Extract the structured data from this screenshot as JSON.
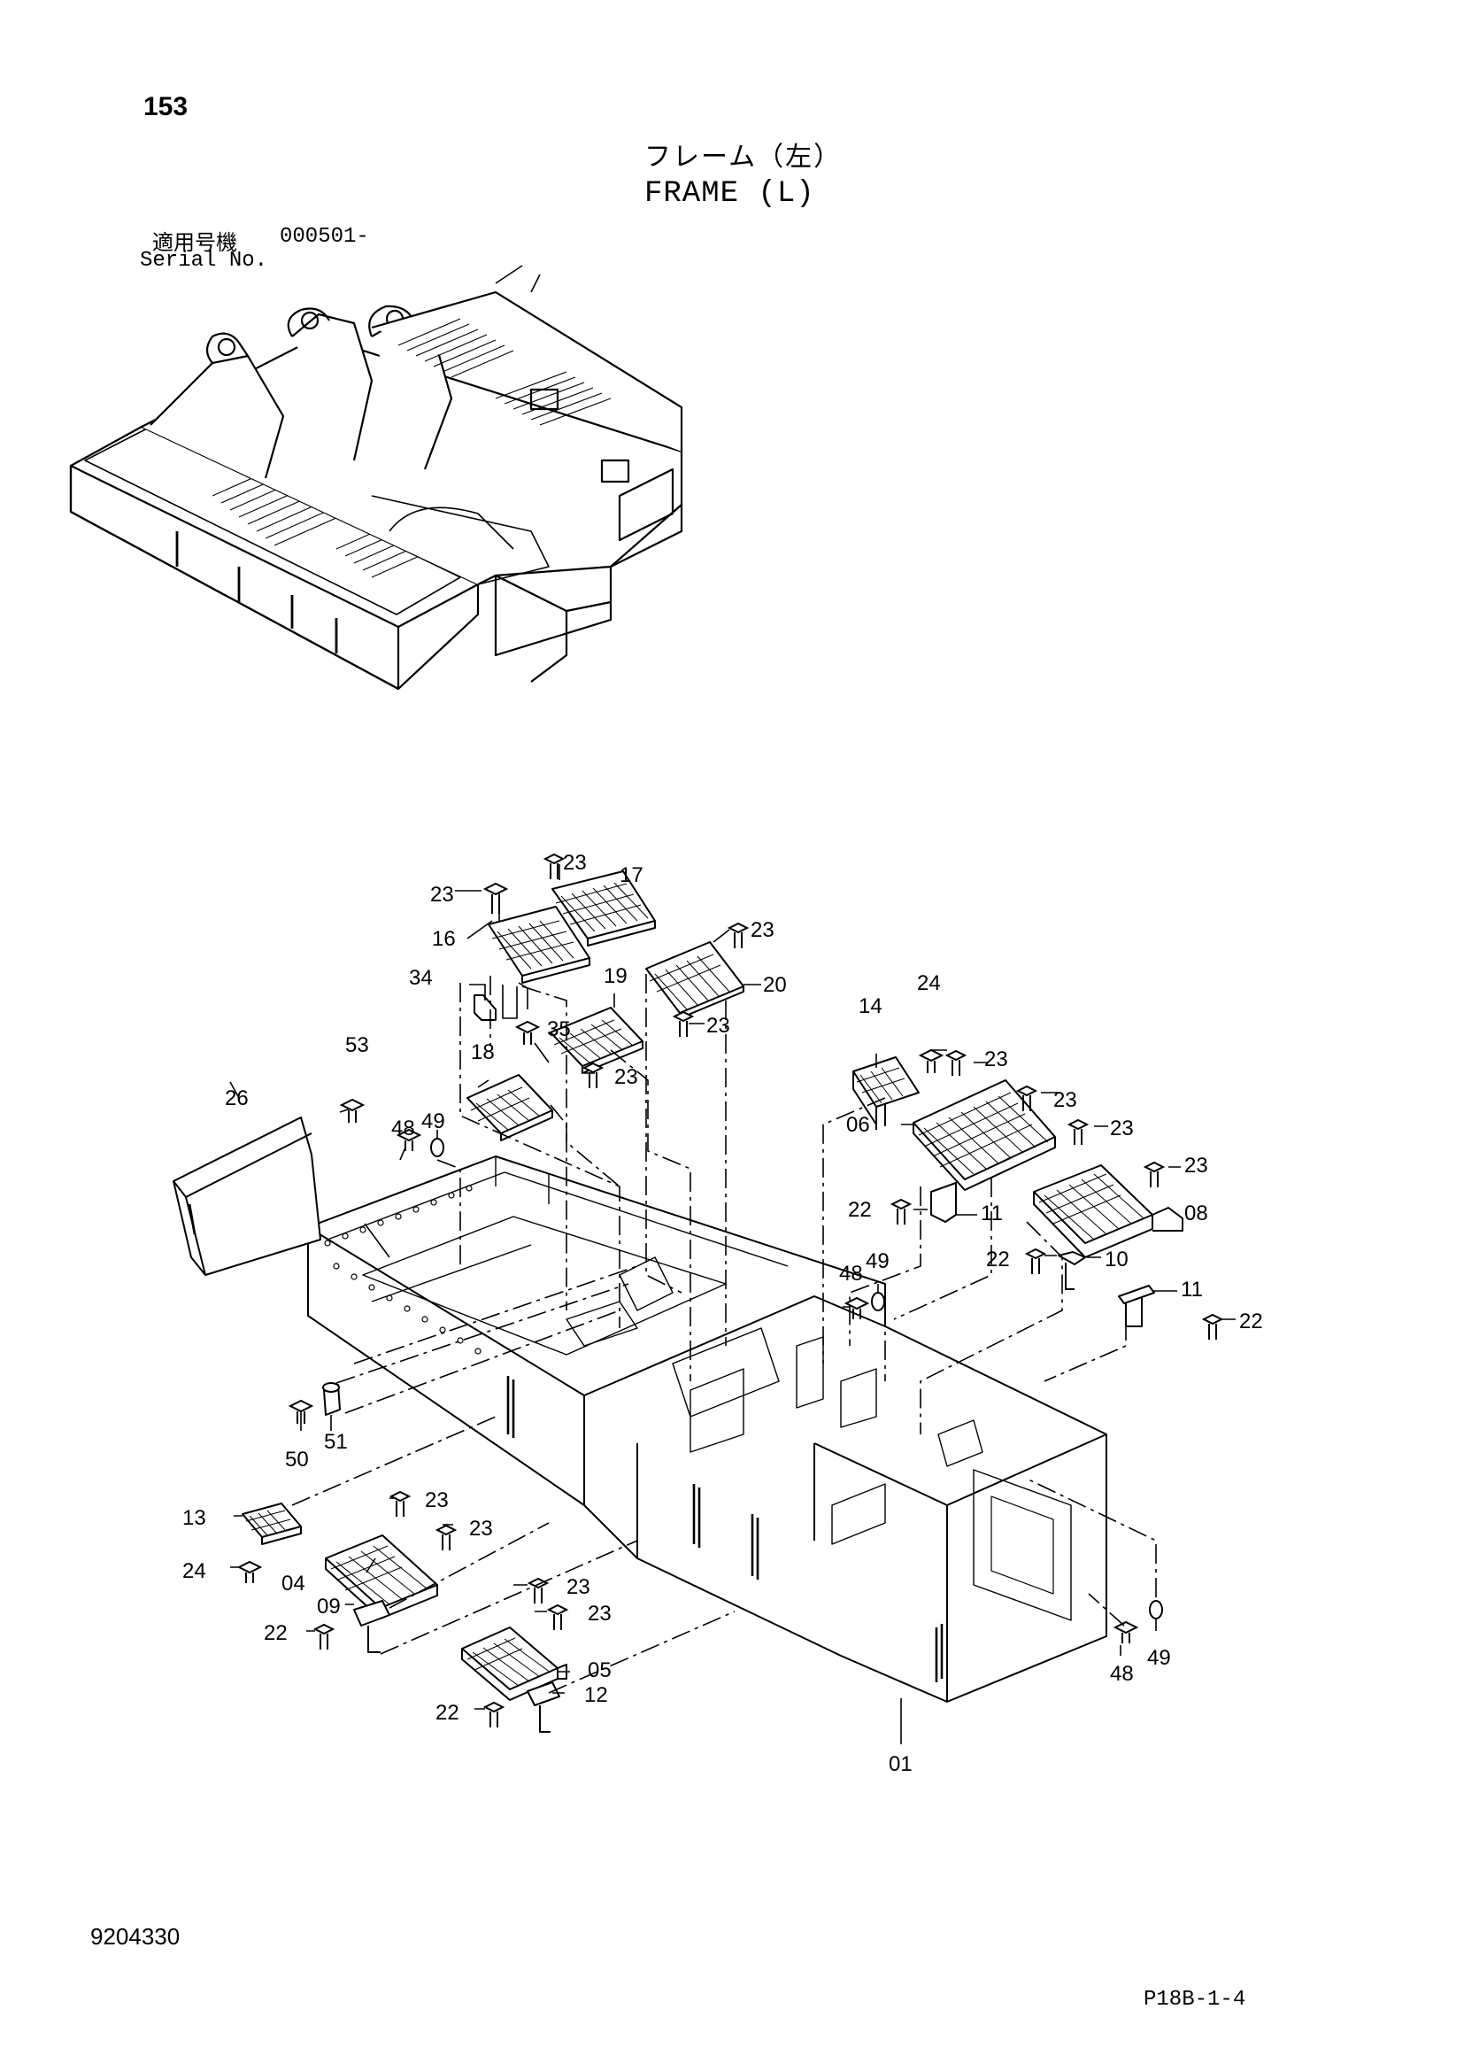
{
  "header": {
    "page_number": "153",
    "title_jp": "フレーム（左）",
    "title_en": "FRAME (L)",
    "serial_label_jp": "適用号機",
    "serial_value": "000501-",
    "serial_label_en": "Serial No."
  },
  "footer": {
    "doc_number": "9204330",
    "page_code": "P18B-1-4"
  },
  "callouts": [
    {
      "id": "c23a",
      "label": "23"
    },
    {
      "id": "c17",
      "label": "17"
    },
    {
      "id": "c23b",
      "label": "23"
    },
    {
      "id": "c16",
      "label": "16"
    },
    {
      "id": "c23c",
      "label": "23"
    },
    {
      "id": "c20",
      "label": "20"
    },
    {
      "id": "c34",
      "label": "34"
    },
    {
      "id": "c19",
      "label": "19"
    },
    {
      "id": "c23d",
      "label": "23"
    },
    {
      "id": "c24a",
      "label": "24"
    },
    {
      "id": "c14",
      "label": "14"
    },
    {
      "id": "c53",
      "label": "53"
    },
    {
      "id": "c18",
      "label": "18"
    },
    {
      "id": "c35",
      "label": "35"
    },
    {
      "id": "c23e",
      "label": "23"
    },
    {
      "id": "c23f",
      "label": "23"
    },
    {
      "id": "c23g",
      "label": "23"
    },
    {
      "id": "c26",
      "label": "26"
    },
    {
      "id": "c48a",
      "label": "48"
    },
    {
      "id": "c49a",
      "label": "49"
    },
    {
      "id": "c06",
      "label": "06"
    },
    {
      "id": "c23h",
      "label": "23"
    },
    {
      "id": "c23i",
      "label": "23"
    },
    {
      "id": "c22a",
      "label": "22"
    },
    {
      "id": "c11a",
      "label": "11"
    },
    {
      "id": "c08",
      "label": "08"
    },
    {
      "id": "c22b",
      "label": "22"
    },
    {
      "id": "c10",
      "label": "10"
    },
    {
      "id": "c48b",
      "label": "48"
    },
    {
      "id": "c49b",
      "label": "49"
    },
    {
      "id": "c11b",
      "label": "11"
    },
    {
      "id": "c22c",
      "label": "22"
    },
    {
      "id": "c50",
      "label": "50"
    },
    {
      "id": "c51",
      "label": "51"
    },
    {
      "id": "c13",
      "label": "13"
    },
    {
      "id": "c23j",
      "label": "23"
    },
    {
      "id": "c23k",
      "label": "23"
    },
    {
      "id": "c24b",
      "label": "24"
    },
    {
      "id": "c04",
      "label": "04"
    },
    {
      "id": "c09",
      "label": "09"
    },
    {
      "id": "c22d",
      "label": "22"
    },
    {
      "id": "c23l",
      "label": "23"
    },
    {
      "id": "c23m",
      "label": "23"
    },
    {
      "id": "c05",
      "label": "05"
    },
    {
      "id": "c12",
      "label": "12"
    },
    {
      "id": "c22e",
      "label": "22"
    },
    {
      "id": "c48c",
      "label": "48"
    },
    {
      "id": "c49c",
      "label": "49"
    },
    {
      "id": "c01",
      "label": "01"
    }
  ]
}
